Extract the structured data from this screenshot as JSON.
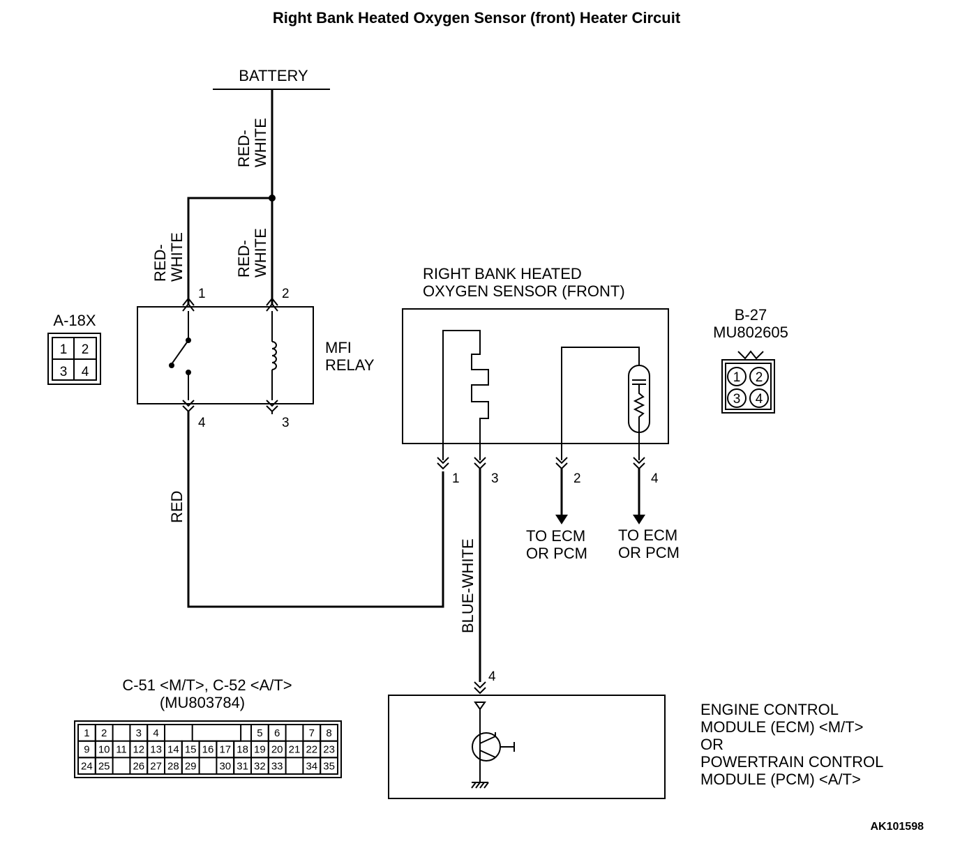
{
  "title": "Right Bank Heated Oxygen Sensor (front) Heater Circuit",
  "battery": "BATTERY",
  "wires": {
    "battery_wire": [
      "RED-",
      "WHITE"
    ],
    "relay_pin1_wire": [
      "RED-",
      "WHITE"
    ],
    "relay_pin2_wire": [
      "RED-",
      "WHITE"
    ],
    "relay_pin4_wire": "RED",
    "ecm_wire": "BLUE-WHITE"
  },
  "mfi_relay": {
    "label": [
      "MFI",
      "RELAY"
    ],
    "pins": {
      "p1": "1",
      "p2": "2",
      "p3": "3",
      "p4": "4"
    }
  },
  "connector_a18x": {
    "name": "A-18X",
    "pins": [
      "1",
      "2",
      "3",
      "4"
    ]
  },
  "sensor": {
    "label": [
      "RIGHT BANK HEATED",
      "OXYGEN SENSOR (FRONT)"
    ],
    "pins": {
      "p1": "1",
      "p2": "2",
      "p3": "3",
      "p4": "4"
    },
    "to_ecm_left": [
      "TO ECM",
      "OR PCM"
    ],
    "to_ecm_right": [
      "TO ECM",
      "OR PCM"
    ]
  },
  "connector_b27": {
    "name": "B-27",
    "part": "MU802605",
    "pins": [
      "1",
      "2",
      "3",
      "4"
    ]
  },
  "connector_c51": {
    "label": "C-51 <M/T>, C-52 <A/T>",
    "part": "(MU803784)",
    "row1": [
      "1",
      "2",
      "",
      "3",
      "4",
      "",
      "",
      "",
      "",
      "",
      "5",
      "6",
      "",
      "7",
      "8"
    ],
    "row2": [
      "9",
      "10",
      "11",
      "12",
      "13",
      "14",
      "15",
      "16",
      "17",
      "18",
      "19",
      "20",
      "21",
      "22",
      "23"
    ],
    "row3": [
      "24",
      "25",
      "",
      "26",
      "27",
      "28",
      "29",
      "",
      "30",
      "31",
      "32",
      "33",
      "",
      "34",
      "35"
    ]
  },
  "ecm": {
    "pin": "4",
    "label": [
      "ENGINE CONTROL",
      "MODULE (ECM) <M/T>",
      "OR",
      "POWERTRAIN CONTROL",
      "MODULE (PCM) <A/T>"
    ]
  },
  "code": "AK101598"
}
